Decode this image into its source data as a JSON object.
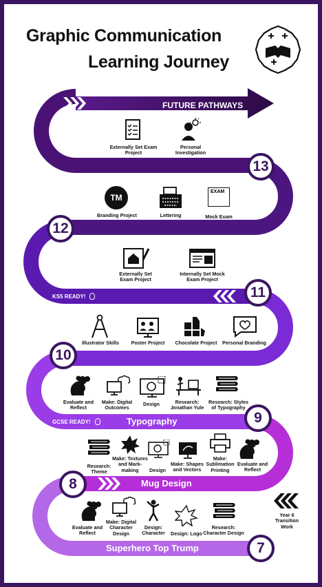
{
  "title": {
    "line1": "Graphic Communication",
    "line2": "Learning Journey"
  },
  "banners": {
    "future": "FUTURE PATHWAYS",
    "typography": "Typography",
    "mug": "Mug Design",
    "superhero": "Superhero Top Trump"
  },
  "tags": {
    "ks5": "KS5 READY!",
    "gcse": "GCSE READY!"
  },
  "milestones": {
    "m13": "13",
    "m12": "12",
    "m11": "11",
    "m10": "10",
    "m9": "9",
    "m8": "8",
    "m7": "7"
  },
  "year6": "Year 6 Transition Work",
  "row1": [
    {
      "label": "Externally Set Exam Project",
      "icon": "checklist-icon"
    },
    {
      "label": "Personal Investigation",
      "icon": "person-idea-icon"
    }
  ],
  "row2": [
    {
      "label": "Branding Project",
      "icon": "trademark-icon",
      "tm": "TM"
    },
    {
      "label": "Lettering",
      "icon": "typewriter-icon"
    },
    {
      "label": "Mock Exam",
      "icon": "exam-icon",
      "exam": "EXAM"
    }
  ],
  "row3": [
    {
      "label": "Externally Set Exam Project",
      "icon": "house-drawing-icon"
    },
    {
      "label": "Internally Set Mock Exam Project",
      "icon": "browser-window-icon"
    }
  ],
  "row4": [
    {
      "label": "Illustrator Skills",
      "icon": "compass-icon"
    },
    {
      "label": "Poster Project",
      "icon": "poster-icon"
    },
    {
      "label": "Chocolate Project",
      "icon": "chocolate-icon"
    },
    {
      "label": "Personal Branding",
      "icon": "heart-message-icon"
    }
  ],
  "row5": [
    {
      "label": "Evaluate and Reflect",
      "icon": "thinking-head-icon"
    },
    {
      "label": "Make: Digital Outcomes",
      "icon": "cloud-monitor-icon"
    },
    {
      "label": "Design",
      "icon": "design-screen-icon"
    },
    {
      "label": "Research: Jonathan Yule",
      "icon": "desk-icon"
    },
    {
      "label": "Research: Styles of Typography",
      "icon": "books-icon"
    }
  ],
  "row6": [
    {
      "label": "Research: Theme",
      "icon": "books-icon"
    },
    {
      "label": "Make: Textures and Mark-making",
      "icon": "splat-icon"
    },
    {
      "label": "Design",
      "icon": "design-screen-icon"
    },
    {
      "label": "Make: Shapes and Vectors",
      "icon": "vector-monitor-icon"
    },
    {
      "label": "Make: Sublimation Printing",
      "icon": "printer-icon"
    },
    {
      "label": "Evaluate and Reflect",
      "icon": "thinking-head-icon"
    }
  ],
  "row7": [
    {
      "label": "Evaluate and Reflect",
      "icon": "thinking-head-icon"
    },
    {
      "label": "Make: Digital Character Design",
      "icon": "cloud-monitor-icon"
    },
    {
      "label": "Design: Character",
      "icon": "hero-figure-icon"
    },
    {
      "label": "Design: Logo",
      "icon": "starburst-icon"
    },
    {
      "label": "Research: Character Design",
      "icon": "books-icon"
    }
  ],
  "colors": {
    "dark": "#2d0a45",
    "mid": "#5a1a8c",
    "violet": "#7a2bd6",
    "bright": "#a84df0",
    "magenta": "#b52ed8"
  }
}
